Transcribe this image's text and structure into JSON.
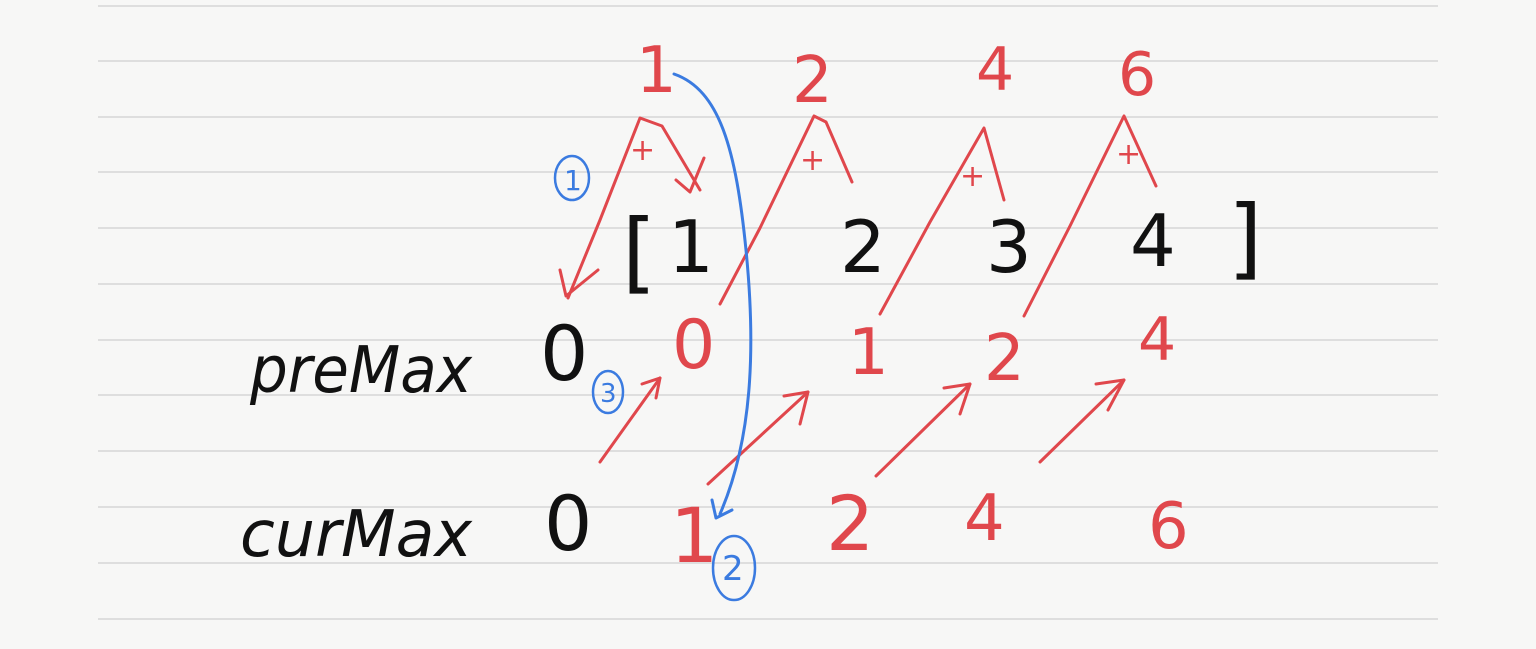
{
  "colors": {
    "paper": "#f7f7f6",
    "rule_line": "#d0d0d0",
    "black_ink": "#111111",
    "red_ink": "#e0474c",
    "blue_ink": "#3b7be0"
  },
  "array": {
    "open_bracket": "[",
    "close_bracket": "]",
    "values": [
      "1",
      "2",
      "3",
      "4"
    ]
  },
  "top_sums": [
    "1",
    "2",
    "4",
    "6"
  ],
  "plus_sign": "+",
  "rows": {
    "premax": {
      "label": "preMax",
      "initial": "0",
      "values": [
        "0",
        "1",
        "2",
        "4"
      ]
    },
    "curmax": {
      "label": "curMax",
      "initial": "0",
      "values": [
        "1",
        "2",
        "4",
        "6"
      ]
    }
  },
  "step_markers": [
    "1",
    "2",
    "3"
  ]
}
